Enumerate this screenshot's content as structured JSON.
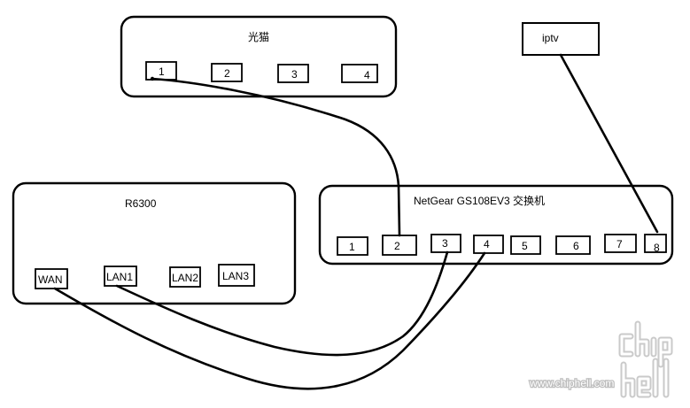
{
  "devices": {
    "modem": {
      "label": "光猫",
      "ports": [
        "1",
        "2",
        "3",
        "4"
      ]
    },
    "iptv": {
      "label": "iptv"
    },
    "router": {
      "label": "R6300",
      "ports": [
        "WAN",
        "LAN1",
        "LAN2",
        "LAN3"
      ]
    },
    "switch": {
      "label": "NetGear GS108EV3 交换机",
      "ports": [
        "1",
        "2",
        "3",
        "4",
        "5",
        "6",
        "7",
        "8"
      ]
    }
  },
  "connections": [
    {
      "from": "modem.port1",
      "to": "switch.port2"
    },
    {
      "from": "iptv",
      "to": "switch.port8"
    },
    {
      "from": "router.WAN",
      "to": "switch.port4"
    },
    {
      "from": "router.LAN1",
      "to": "switch.port3"
    }
  ],
  "watermark": {
    "site": "www.chiphell.com",
    "logo_text": "chip hell"
  }
}
